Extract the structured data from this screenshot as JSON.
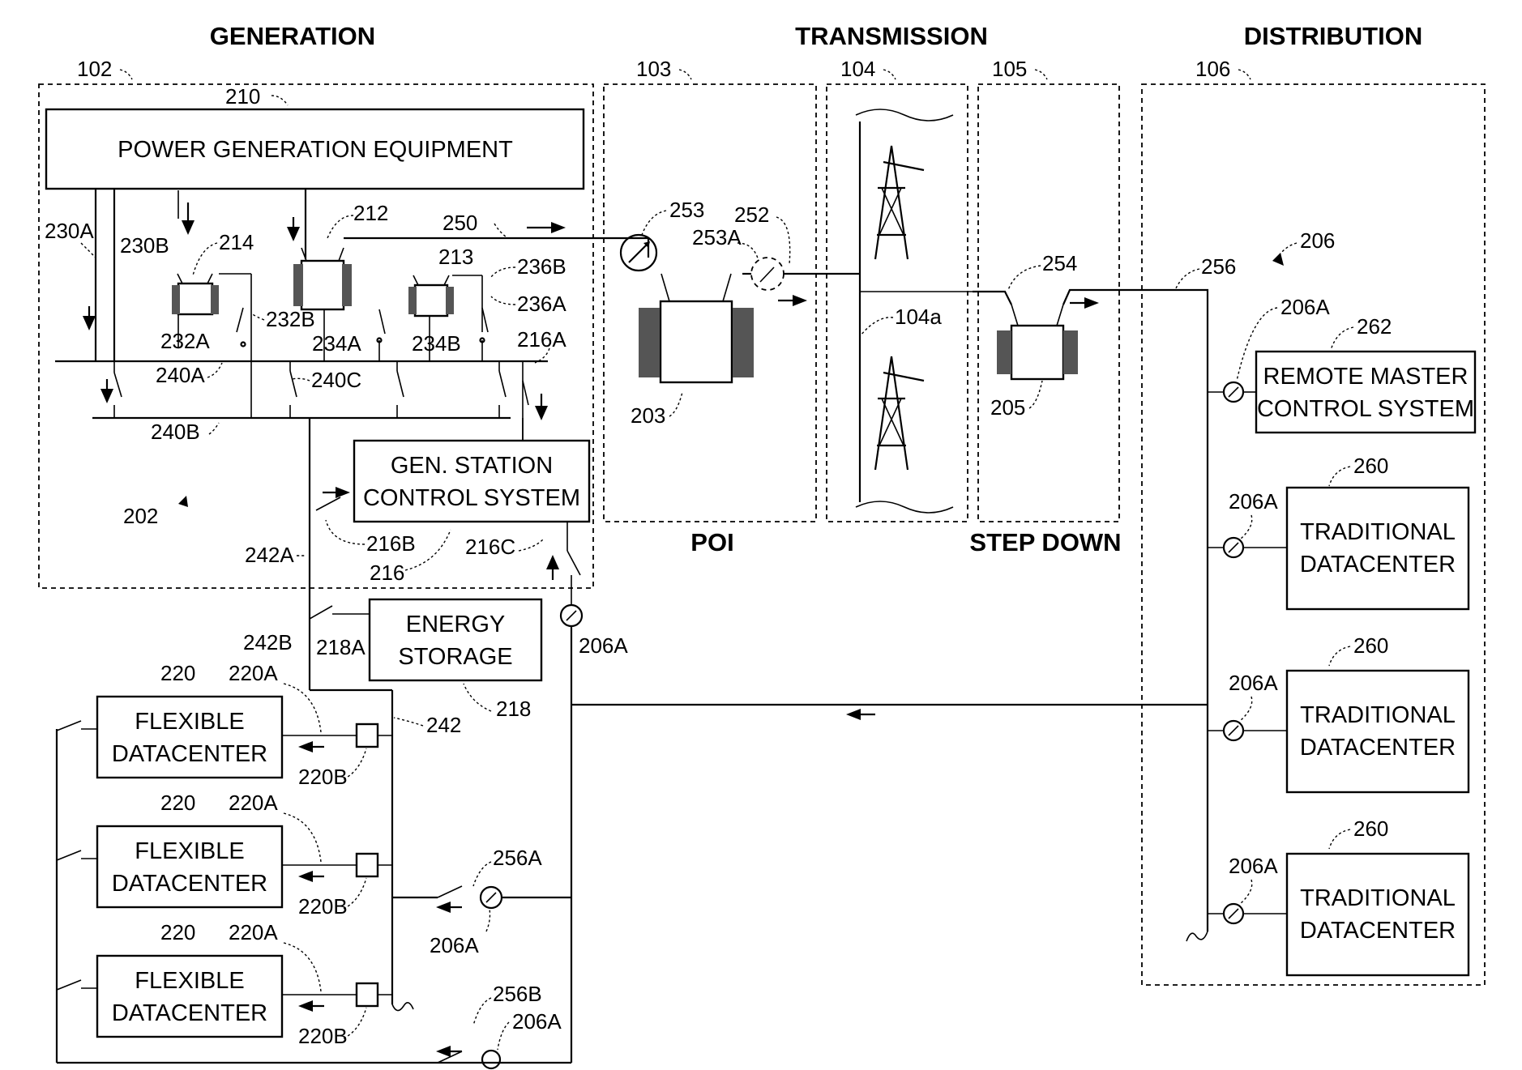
{
  "headers": {
    "generation": "GENERATION",
    "transmission": "TRANSMISSION",
    "distribution": "DISTRIBUTION",
    "poi": "POI",
    "step_down": "STEP DOWN"
  },
  "boxes": {
    "power_generation": "POWER GENERATION EQUIPMENT",
    "gen_station_line1": "GEN. STATION",
    "gen_station_line2": "CONTROL SYSTEM",
    "energy_storage_line1": "ENERGY",
    "energy_storage_line2": "STORAGE",
    "remote_master_line1": "REMOTE MASTER",
    "remote_master_line2": "CONTROL SYSTEM",
    "flexible_line1": "FLEXIBLE",
    "flexible_line2": "DATACENTER",
    "traditional_line1": "TRADITIONAL",
    "traditional_line2": "DATACENTER"
  },
  "labels": {
    "l102": "102",
    "l103": "103",
    "l104": "104",
    "l105": "105",
    "l106": "106",
    "l210": "210",
    "l212": "212",
    "l214": "214",
    "l213": "213",
    "l250": "250",
    "l253": "253",
    "l252": "252",
    "l253A": "253A",
    "l206": "206",
    "l254": "254",
    "l256": "256",
    "l236B": "236B",
    "l236A": "236A",
    "l230A": "230A",
    "l230B": "230B",
    "l232B": "232B",
    "l232A": "232A",
    "l234A": "234A",
    "l234B": "234B",
    "l216A": "216A",
    "l240A": "240A",
    "l240C": "240C",
    "l240B": "240B",
    "l202": "202",
    "l203": "203",
    "l104a": "104a",
    "l205": "205",
    "l206A": "206A",
    "l262": "262",
    "l260": "260",
    "l242A": "242A",
    "l216B": "216B",
    "l216": "216",
    "l216C": "216C",
    "l242B": "242B",
    "l218A": "218A",
    "l218": "218",
    "l242": "242",
    "l220": "220",
    "l220A": "220A",
    "l220B": "220B",
    "l256A": "256A",
    "l256B": "256B"
  },
  "colors": {
    "ink": "#000000",
    "background": "#ffffff",
    "coil": "#555555"
  }
}
